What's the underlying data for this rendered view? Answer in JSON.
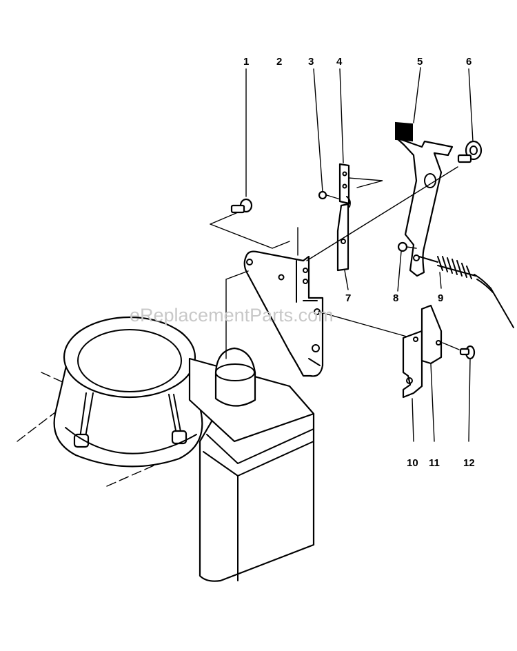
{
  "watermark": "eReplacementParts.com",
  "callouts": {
    "c1": "1",
    "c2": "2",
    "c3": "3",
    "c4": "4",
    "c5": "5",
    "c6": "6",
    "c7": "7",
    "c8": "8",
    "c9": "9",
    "c10": "10",
    "c11": "11",
    "c12": "12"
  }
}
